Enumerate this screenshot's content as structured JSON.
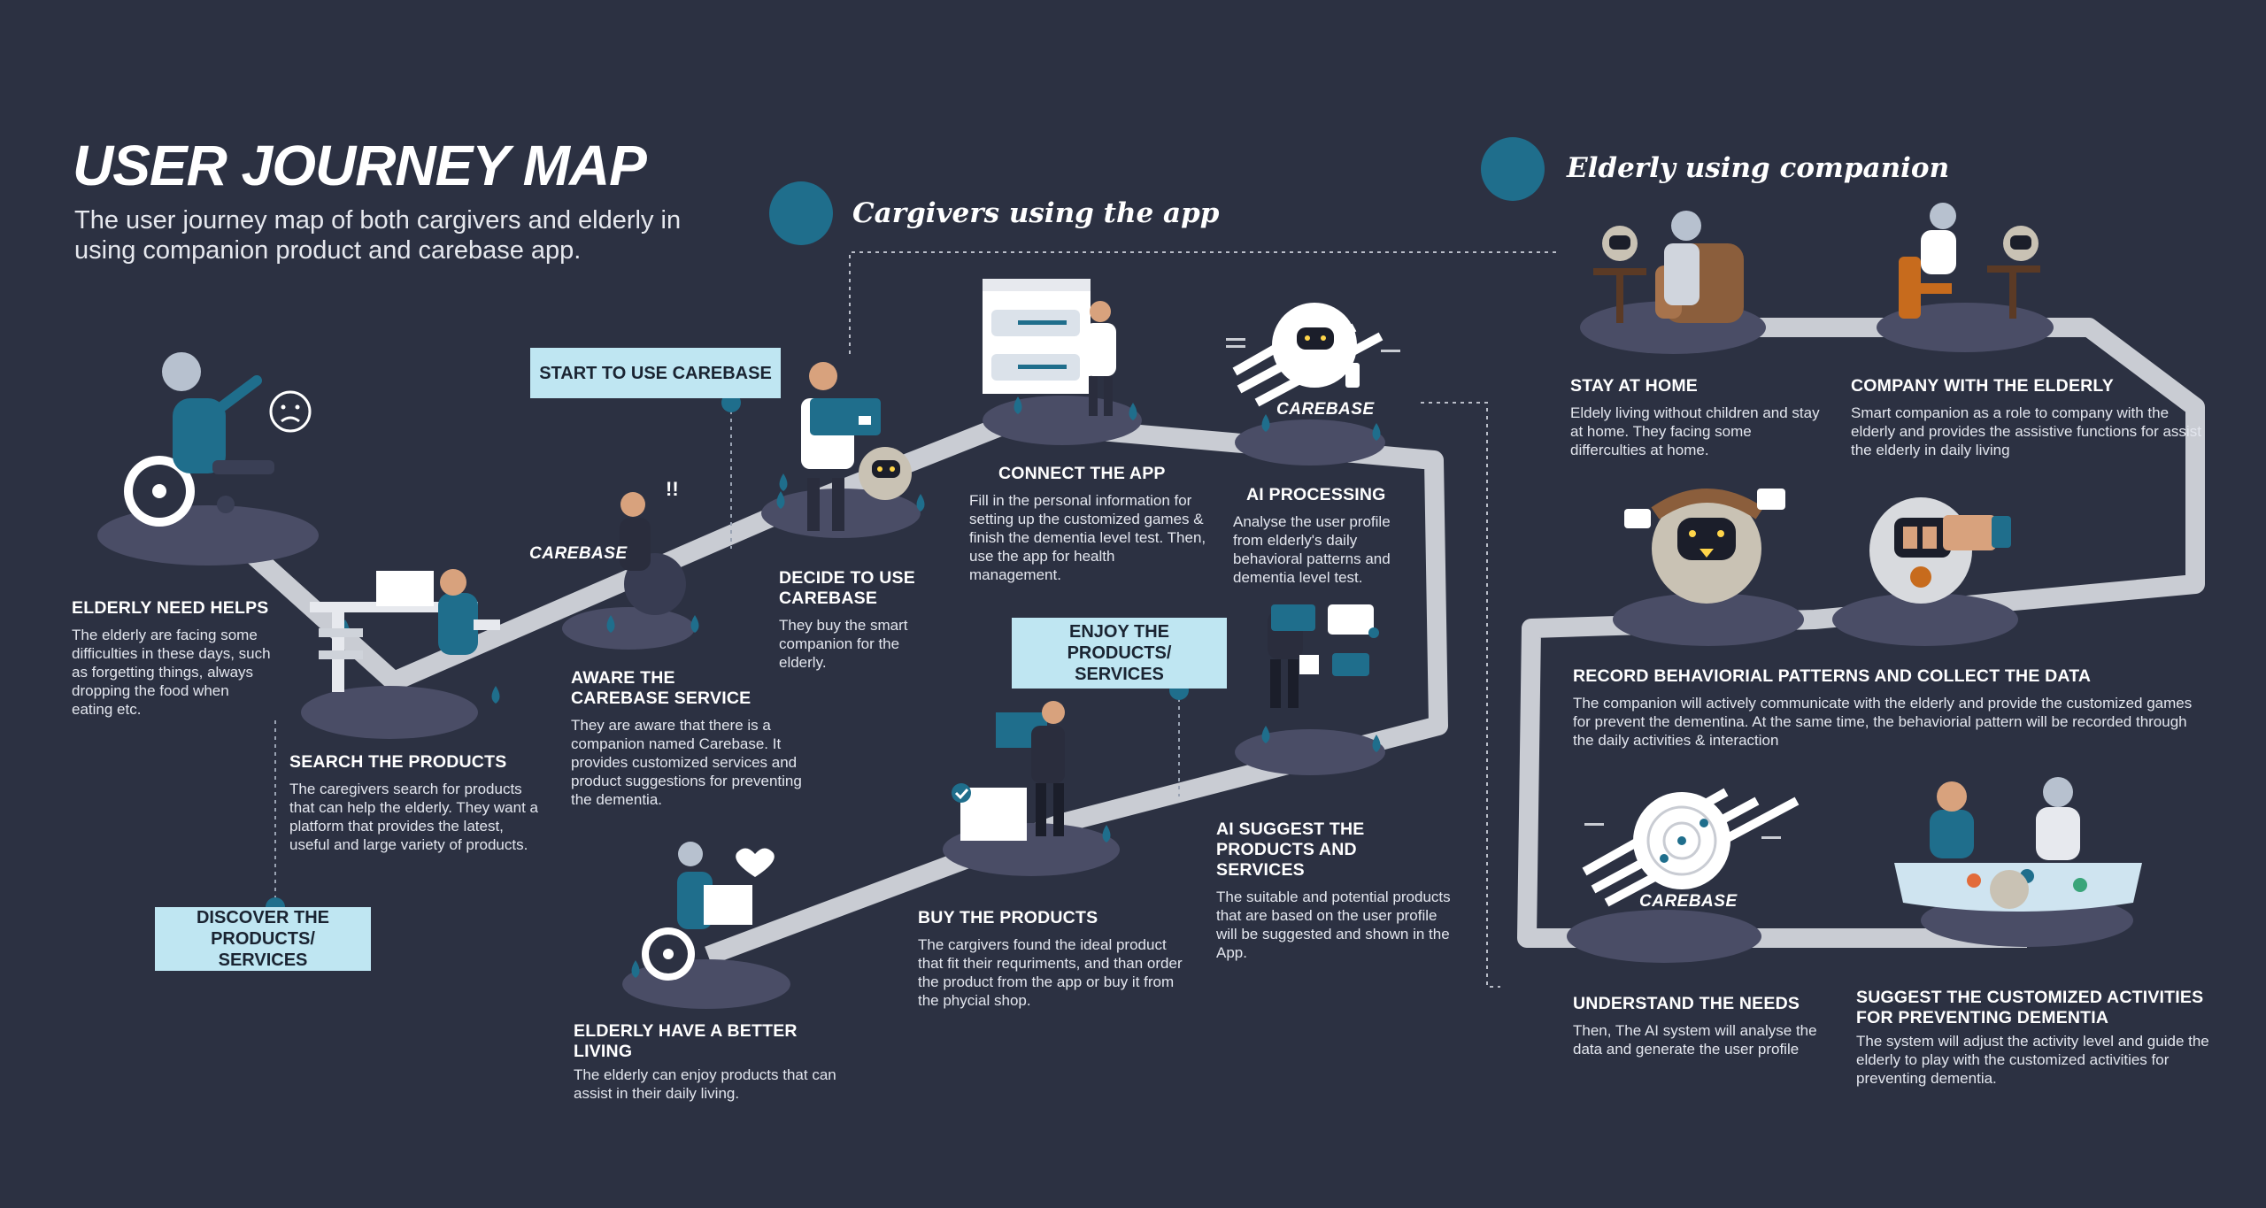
{
  "header": {
    "title": "USER JOURNEY MAP",
    "subtitle": "The user journey map of both cargivers and elderly in using companion product and carebase app."
  },
  "sections": {
    "caregivers": {
      "title": "Cargivers using the app",
      "icon": "caregiver-icon"
    },
    "elderly": {
      "title": "Elderly using companion",
      "icon": "elderly-walking-icon"
    }
  },
  "callouts": {
    "start": "START TO USE CAREBASE",
    "discover": "DISCOVER THE PRODUCTS/ SERVICES",
    "enjoy": "ENJOY THE PRODUCTS/ SERVICES"
  },
  "brand": {
    "carebase": "CAREBASE"
  },
  "emoji": {
    "sad": "sad-face-icon"
  },
  "steps": [
    {
      "title": "ELDERLY NEED HELPS",
      "desc": "The elderly are facing some difficulties in these days, such as forgetting things, always dropping the food when eating etc."
    },
    {
      "title": "SEARCH THE PRODUCTS",
      "desc": "The caregivers search for products that can help the elderly. They want a platform that provides the latest, useful and large variety of products."
    },
    {
      "title": "AWARE THE CAREBASE SERVICE",
      "desc": "They are aware that there is a companion named Carebase. It provides customized services and product suggestions for preventing the dementia."
    },
    {
      "title": "DECIDE TO USE CAREBASE",
      "desc": "They buy the smart companion for the elderly."
    },
    {
      "title": "CONNECT THE APP",
      "desc": "Fill in the personal information for setting up the customized games & finish the dementia level test. Then, use the app for health management."
    },
    {
      "title": "AI PROCESSING",
      "desc": "Analyse the user profile from elderly's daily behavioral patterns and dementia level test."
    },
    {
      "title": "AI SUGGEST THE PRODUCTS AND SERVICES",
      "desc": "The suitable and potential products that are based on the user profile will be suggested and shown in the App."
    },
    {
      "title": "BUY THE PRODUCTS",
      "desc": "The cargivers found the ideal product that fit their requriments, and than order the product from the app or buy it from the phycial shop."
    },
    {
      "title": "ELDERLY HAVE A BETTER LIVING",
      "desc": "The elderly can enjoy products that can assist in their daily living."
    },
    {
      "title": "STAY AT HOME",
      "desc": "Eldely living without children and stay at home. They facing some differculties at home."
    },
    {
      "title": "COMPANY WITH THE ELDERLY",
      "desc": "Smart companion as a role to company with the elderly and provides the assistive functions for assist the elderly in daily living"
    },
    {
      "title": "RECORD BEHAVIORIAL PATTERNS AND COLLECT THE DATA",
      "desc": "The companion will actively communicate with the elderly and provide the customized games for prevent the dementina. At the same time, the behaviorial pattern will be recorded through the daily activities & interaction"
    },
    {
      "title": "UNDERSTAND THE NEEDS",
      "desc": "Then, The AI system will analyse the data and generate the user profile"
    },
    {
      "title": "SUGGEST THE CUSTOMIZED ACTIVITIES FOR PREVENTING DEMENTIA",
      "desc": "The system will adjust the activity level and guide the elderly to play with the customized activities for preventing dementia."
    }
  ],
  "colors": {
    "background": "#2c3142",
    "path": "#c9ccd3",
    "accent": "#1f6e8c",
    "callout": "#bfe6f2",
    "platform": "#4a4d66"
  }
}
